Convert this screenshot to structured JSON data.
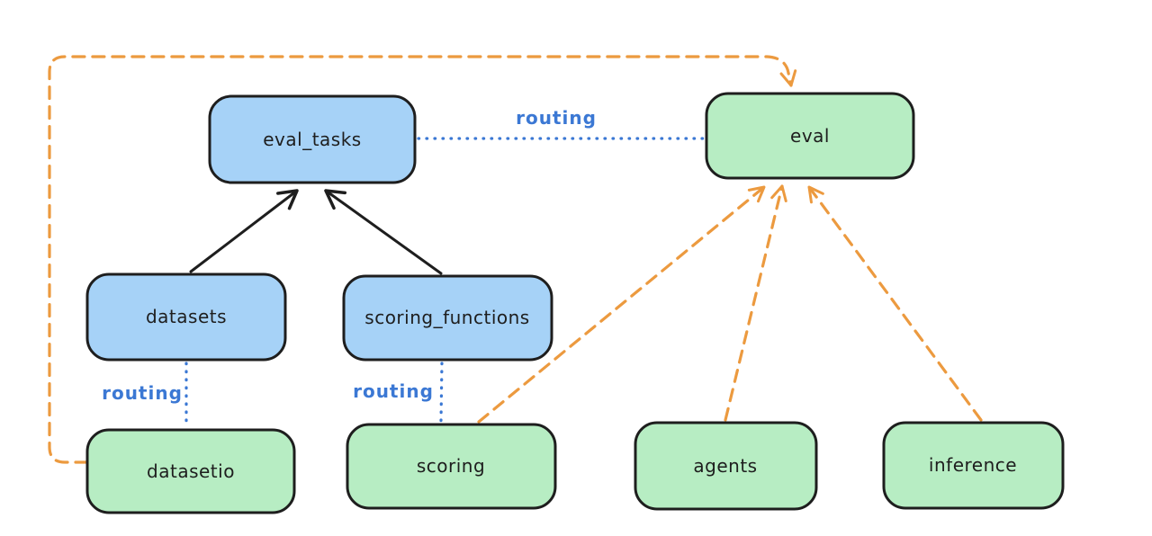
{
  "diagram": {
    "background_color": "#ffffff",
    "colors": {
      "api_blue_fill": "#a6d2f7",
      "provider_green_fill": "#b7edc3",
      "box_stroke": "#1e1e1e",
      "routing_blue": "#3b78d4",
      "provider_orange": "#ec9a3f",
      "solid_arrow_black": "#1e1e1e"
    },
    "nodes": [
      {
        "id": "eval_tasks",
        "label": "eval_tasks",
        "color": "blue"
      },
      {
        "id": "eval",
        "label": "eval",
        "color": "green"
      },
      {
        "id": "datasets",
        "label": "datasets",
        "color": "blue"
      },
      {
        "id": "scoring_functions",
        "label": "scoring_functions",
        "color": "blue"
      },
      {
        "id": "datasetio",
        "label": "datasetio",
        "color": "green"
      },
      {
        "id": "scoring",
        "label": "scoring",
        "color": "green"
      },
      {
        "id": "agents",
        "label": "agents",
        "color": "green"
      },
      {
        "id": "inference",
        "label": "inference",
        "color": "green"
      }
    ],
    "routing_labels": [
      {
        "id": "routing-eval_tasks-to-eval",
        "label": "routing"
      },
      {
        "id": "routing-datasets-to-datasetio",
        "label": "routing"
      },
      {
        "id": "routing-scoring_functions-to-scoring",
        "label": "routing"
      }
    ],
    "edges": [
      {
        "from": "datasets",
        "to": "eval_tasks",
        "style": "solid-black-arrow"
      },
      {
        "from": "scoring_functions",
        "to": "eval_tasks",
        "style": "solid-black-arrow"
      },
      {
        "from": "eval_tasks",
        "to": "eval",
        "style": "dotted-blue",
        "label": "routing"
      },
      {
        "from": "datasets",
        "to": "datasetio",
        "style": "dotted-blue",
        "label": "routing"
      },
      {
        "from": "scoring_functions",
        "to": "scoring",
        "style": "dotted-blue",
        "label": "routing"
      },
      {
        "from": "datasetio",
        "to": "eval",
        "style": "dashed-orange-arrow"
      },
      {
        "from": "scoring",
        "to": "eval",
        "style": "dashed-orange-arrow"
      },
      {
        "from": "agents",
        "to": "eval",
        "style": "dashed-orange-arrow"
      },
      {
        "from": "inference",
        "to": "eval",
        "style": "dashed-orange-arrow"
      }
    ]
  }
}
